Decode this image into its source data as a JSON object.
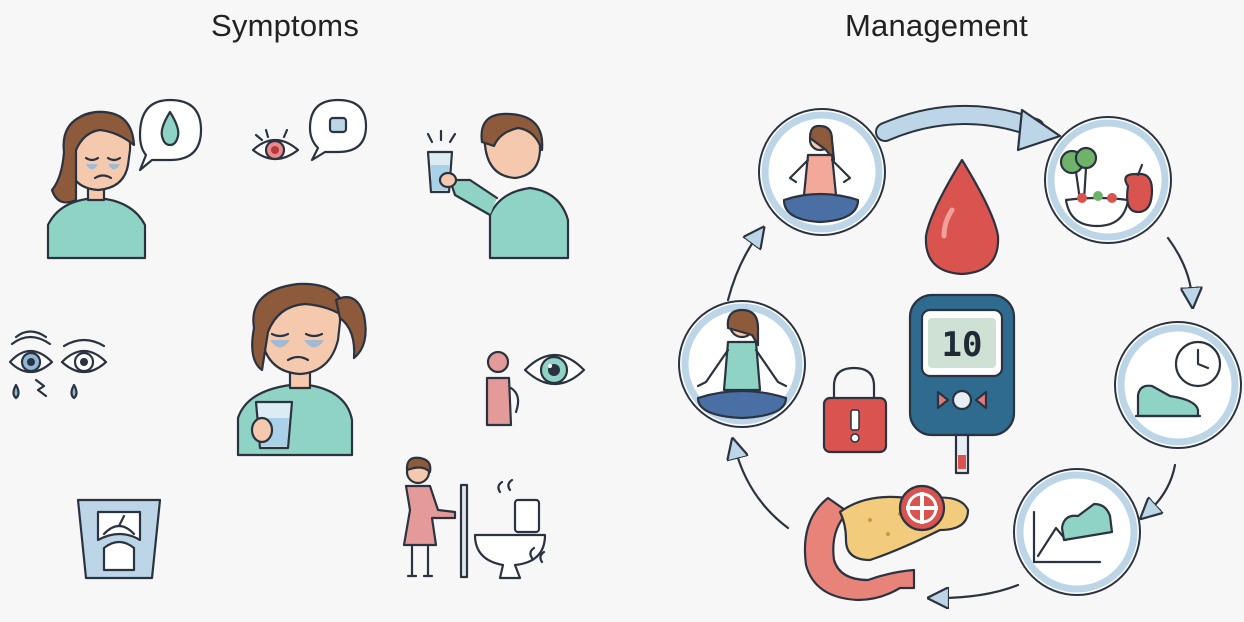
{
  "titles": {
    "symptoms": "Symptoms",
    "management": "Management"
  },
  "symptoms": [
    {
      "icon": "crying-person-with-drop-icon"
    },
    {
      "icon": "red-eye-with-bubble-icon"
    },
    {
      "icon": "person-drinking-water-icon"
    },
    {
      "icon": "blurry-watery-eyes-icon"
    },
    {
      "icon": "tired-person-holding-glass-icon"
    },
    {
      "icon": "vision-check-icon"
    },
    {
      "icon": "weight-scale-icon"
    },
    {
      "icon": "frequent-urination-icon"
    }
  ],
  "management": {
    "glucose_reading": "10",
    "cycle": [
      {
        "icon": "meditation-icon"
      },
      {
        "icon": "healthy-food-icon"
      },
      {
        "icon": "exercise-schedule-icon"
      },
      {
        "icon": "activity-progress-icon"
      },
      {
        "icon": "pancreas-icon"
      },
      {
        "icon": "yoga-icon"
      }
    ],
    "center": [
      {
        "icon": "blood-drop-icon"
      },
      {
        "icon": "glucose-meter-icon"
      },
      {
        "icon": "lock-icon"
      }
    ]
  },
  "colors": {
    "skin": "#f4c9ad",
    "hair": "#8d5a3b",
    "teal": "#8fd3c5",
    "blood": "#d9534f",
    "circle": "#bcd6e8",
    "arrow": "#bcd6e8",
    "meter": "#2f6a8f"
  }
}
